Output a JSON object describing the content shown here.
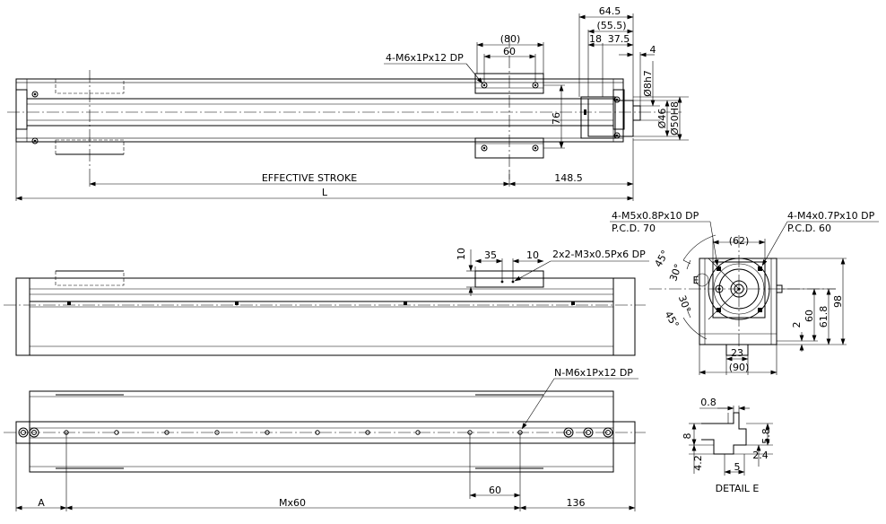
{
  "top_view": {
    "labels": {
      "tapped_holes": "4-M6x1Px12 DP",
      "d80": "(80)",
      "d60": "60",
      "d64_5": "64.5",
      "d55_5": "(55.5)",
      "d18": "18",
      "d37_5": "37.5",
      "d4": "4",
      "d8h7": "Ø8h7",
      "d46": "Ø46",
      "d50h8": "Ø50H8",
      "d76": "76",
      "effective_stroke": "EFFECTIVE STROKE",
      "d148_5": "148.5",
      "length": "L"
    }
  },
  "side_view": {
    "labels": {
      "d10_v": "10",
      "d35": "35",
      "d10_h": "10",
      "slider_holes": "2x2-M3x0.5Px6 DP"
    }
  },
  "end_view": {
    "labels": {
      "m5_holes": "4-M5x0.8Px10 DP",
      "pcd70": "P.C.D. 70",
      "m4_holes": "4-M4x0.7Px10 DP",
      "pcd60": "P.C.D. 60",
      "d62": "(62)",
      "a45_top": "45°",
      "a30_top": "30°",
      "a30_bot": "30°",
      "a45_bot": "45°",
      "detail_mark": "E",
      "d98": "98",
      "d61_8": "61.8",
      "d60": "60",
      "d2": "2",
      "d23": "23",
      "d90": "(90)"
    }
  },
  "bottom_view": {
    "labels": {
      "n_holes": "N-M6x1Px12 DP",
      "d60": "60",
      "a": "A",
      "mx60": "Mx60",
      "d136": "136"
    }
  },
  "detail_e": {
    "labels": {
      "d0_8": "0.8",
      "d8": "8",
      "d5_8": "5.8",
      "d4_2": "4.2",
      "d2_4": "2.4",
      "d5": "5",
      "title": "DETAIL E"
    }
  }
}
